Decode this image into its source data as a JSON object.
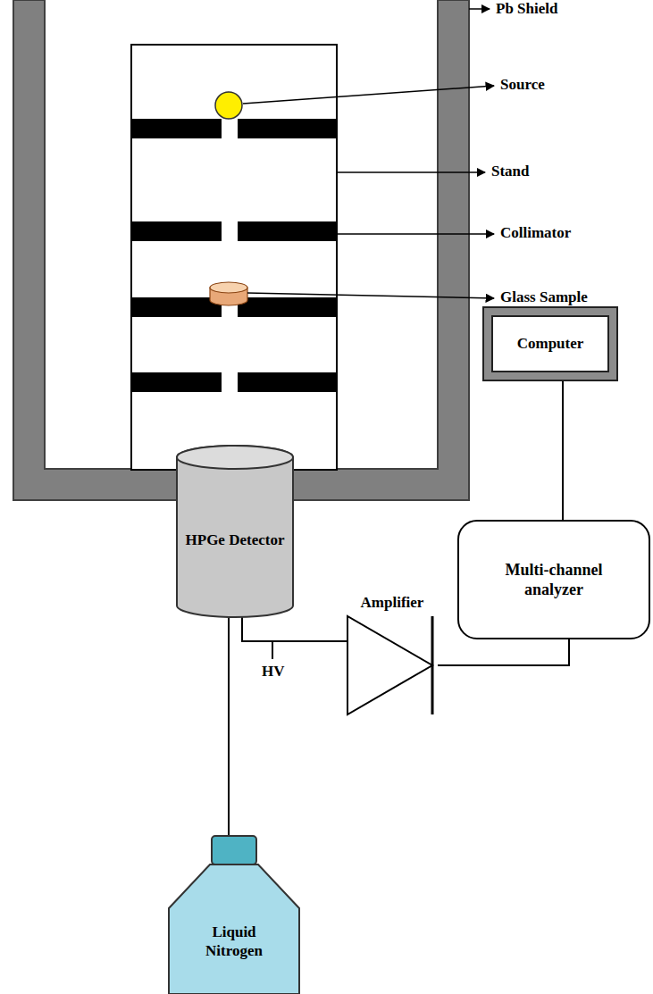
{
  "diagram": {
    "nodes": [
      {
        "text": [
          "Computer"
        ]
      },
      {
        "text": [
          "Multi-channel analyzer"
        ]
      },
      {
        "text": [
          "HPGe Detector"
        ]
      },
      {
        "text": [
          "Amplifier"
        ]
      },
      {
        "text": [
          "Liquid Nitrogen"
        ]
      }
    ],
    "edges": [
      {
        "from": 2,
        "to": 3,
        "arrow": "none"
      },
      {
        "from": 3,
        "to": 1,
        "arrow": "none"
      },
      {
        "from": 1,
        "to": 0,
        "arrow": "none"
      },
      {
        "from": 4,
        "to": 2,
        "arrow": "none"
      }
    ],
    "labels": [
      "Pb Shield",
      "Source",
      "Stand",
      "Collimator",
      "Glass Sample",
      "HV"
    ]
  }
}
